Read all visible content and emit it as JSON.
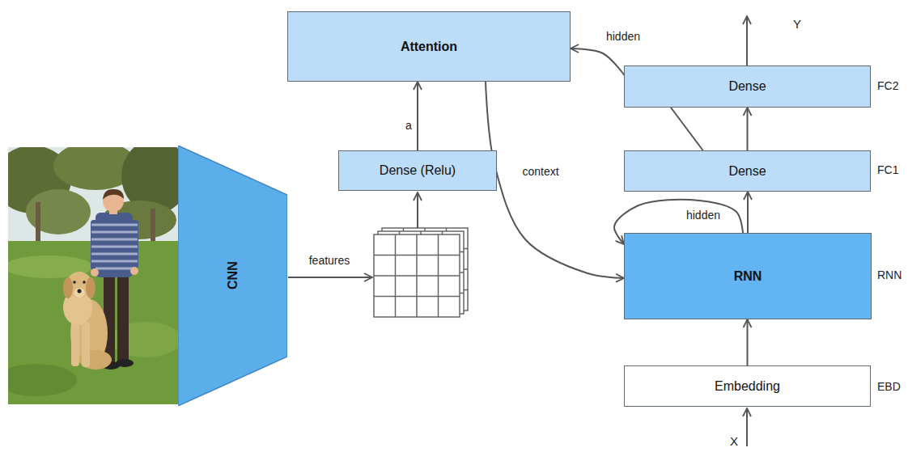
{
  "diagram": {
    "nodes": [
      {
        "text": [
          "Attention"
        ]
      },
      {
        "text": [
          "Dense"
        ]
      },
      {
        "text": [
          "Dense (Relu)"
        ]
      },
      {
        "text": [
          "Dense"
        ]
      },
      {
        "text": [
          "CNN"
        ]
      },
      {
        "text": [
          "RNN"
        ]
      },
      {
        "text": [
          "Embedding"
        ]
      }
    ],
    "edges": [
      {
        "from": 2,
        "to": 0,
        "arrow": "to",
        "label": "a"
      },
      {
        "from": 1,
        "to": 0,
        "arrow": "to",
        "label": "hidden"
      },
      {
        "from": 0,
        "to": 5,
        "arrow": "to",
        "label": "context"
      },
      {
        "from": 5,
        "to": 5,
        "arrow": "to",
        "label": "hidden"
      },
      {
        "from": 5,
        "to": 3,
        "arrow": "to"
      },
      {
        "from": 3,
        "to": 1,
        "arrow": "to"
      },
      {
        "from": 3,
        "to": 1,
        "arrow": "none"
      },
      {
        "from": 6,
        "to": 5,
        "arrow": "to"
      }
    ],
    "labels": [
      "features",
      "Y",
      "X",
      "FC2",
      "FC1",
      "RNN",
      "EBD"
    ]
  }
}
